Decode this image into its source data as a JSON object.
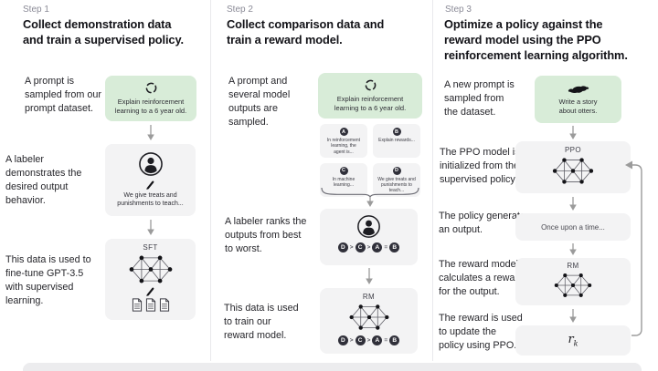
{
  "colors": {
    "prompt_green": "#d8ecd8",
    "box_gray": "#f3f3f4",
    "node_dark": "#30303a",
    "arrow_gray": "#9b9b9b"
  },
  "icons": {
    "refresh": "refresh-cycle-icon",
    "labeler": "person-in-circle-icon",
    "pen": "writing-pen-icon",
    "network": "neural-network-icon",
    "documents": "documents-icon",
    "otter": "otter-icon",
    "brace": "curly-brace-icon",
    "down_arrow": "down-arrow-icon",
    "feedback": "feedback-loop-arrow-icon"
  },
  "steps": [
    {
      "label": "Step 1",
      "heading": "Collect demonstration data\nand train a supervised policy.",
      "texts": [
        "A prompt is\nsampled from our\nprompt dataset.",
        "A labeler\ndemonstrates the\ndesired output\nbehavior.",
        "This data is used to\nfine-tune GPT-3.5\nwith supervised\nlearning."
      ],
      "prompt_caption": "Explain reinforcement\nlearning to a 6 year old.",
      "labeler_caption": "We give treats and\npunishments to teach...",
      "model_label": "SFT"
    },
    {
      "label": "Step 2",
      "heading": "Collect comparison data and\ntrain a reward model.",
      "texts": [
        "A prompt and\nseveral model\noutputs are\nsampled.",
        "A labeler ranks the\noutputs from best\nto worst.",
        "This data is used\nto train our\nreward model."
      ],
      "prompt_caption": "Explain reinforcement\nlearning to a 6 year old.",
      "outputs": [
        {
          "letter": "A",
          "text": "In reinforcement\nlearning, the\nagent is..."
        },
        {
          "letter": "B",
          "text": "Explain rewards..."
        },
        {
          "letter": "C",
          "text": "In machine\nlearning..."
        },
        {
          "letter": "D",
          "text": "We give treats and\npunishments to\nteach..."
        }
      ],
      "ranking": [
        "D",
        ">",
        "C",
        ">",
        "A",
        "=",
        "B"
      ],
      "model_label": "RM"
    },
    {
      "label": "Step 3",
      "heading": "Optimize a policy against the\nreward model using the PPO\nreinforcement learning algorithm.",
      "texts": [
        "A new prompt is\nsampled from\nthe dataset.",
        "The PPO model is\ninitialized from the\nsupervised policy.",
        "The policy generates\nan output.",
        "The reward model\ncalculates a reward\nfor the output.",
        "The reward is used\nto update the\npolicy using PPO."
      ],
      "prompt_caption": "Write a story\nabout otters.",
      "policy_label": "PPO",
      "output_text": "Once upon a time...",
      "model_label": "RM",
      "reward": {
        "base": "r",
        "sub": "k"
      }
    }
  ]
}
